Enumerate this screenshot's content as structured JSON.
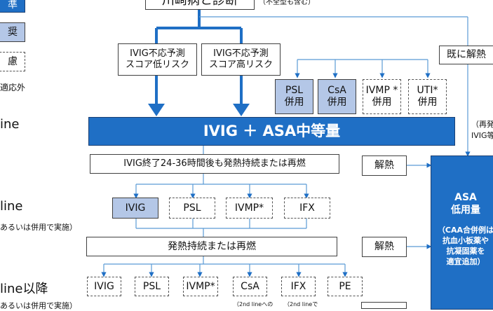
{
  "legend": {
    "standard": "準",
    "recommended": "奨",
    "consider": "慮",
    "off_label": "適応外"
  },
  "left_labels": {
    "first_line": "ine",
    "second_line": "line",
    "second_line_note": "あるいは併用で実施）",
    "third_line": "line以降",
    "third_line_note": "あるいは併用で実施）"
  },
  "top": {
    "diagnosis": "川崎病と診断",
    "diagnosis_note": "（不全型も含む）",
    "low_risk": [
      "IVIG不応予測",
      "スコア低リスク"
    ],
    "high_risk": [
      "IVIG不応予測",
      "スコア高リスク"
    ],
    "already_afebrile": "既に解熱"
  },
  "combo": [
    {
      "line1": "PSL",
      "line2": "併用",
      "style": "recommended"
    },
    {
      "line1": "CsA",
      "line2": "併用",
      "style": "recommended"
    },
    {
      "line1": "IVMP *",
      "line2": "併用",
      "style": "consider"
    },
    {
      "line1": "UTI*",
      "line2": "併用",
      "style": "consider"
    }
  ],
  "main_treatment": "IVIG ＋ ASA中等量",
  "relapse_note": [
    "（再発",
    "IVIG等"
  ],
  "second": {
    "condition": "IVIG終了24-36時間後も発熱持続または再燃",
    "afebrile": "解熱",
    "options": [
      {
        "label": "IVIG",
        "style": "recommended"
      },
      {
        "label": "PSL",
        "style": "consider"
      },
      {
        "label": "IVMP*",
        "style": "consider"
      },
      {
        "label": "IFX",
        "style": "consider"
      }
    ]
  },
  "third": {
    "condition": "発熱持続または再燃",
    "afebrile": "解熱",
    "options": [
      {
        "label": "IVIG"
      },
      {
        "label": "PSL"
      },
      {
        "label": "IVMP*"
      },
      {
        "label": "CsA",
        "note": "（2nd lineへの"
      },
      {
        "label": "IFX",
        "note": "（2nd lineで"
      },
      {
        "label": "PE"
      }
    ]
  },
  "asa_low": {
    "title": [
      "ASA",
      "低用量"
    ],
    "note": [
      "（CAA合併例は",
      "抗血小板薬や",
      "抗凝固薬を",
      "適宜追加）"
    ]
  },
  "colors": {
    "standard": "#1f6fc5",
    "recommended": "#b4c7e7",
    "thin_line": "#5b9bd5",
    "thick_line": "#1f6fc5"
  }
}
